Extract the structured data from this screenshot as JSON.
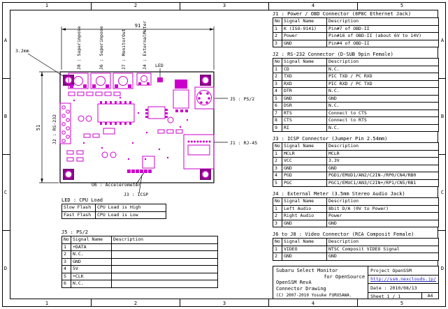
{
  "frame": {
    "cols": [
      "1",
      "2",
      "3",
      "4",
      "5"
    ],
    "rows": [
      "A",
      "B",
      "C",
      "D"
    ]
  },
  "pcb": {
    "dim_width": "91",
    "dim_height": "51",
    "hole_note": "3.2mm",
    "labels": {
      "j8": "J8 : Superimpose",
      "j6": "J6 : Superimpose",
      "j7": "J7 : MonitorOut",
      "j4": "J4 : ExternalMeter",
      "led": "LED",
      "j5": "J5 : PS/2",
      "j1": "J1 : RJ-45",
      "j2": "J2 : RS-232",
      "u6": "U6 : Accelerometer",
      "j3": "J3 : ICSP"
    }
  },
  "led_table": {
    "title": "LED : CPU Load",
    "rows": [
      [
        "Slow Flash",
        "CPU Load is High"
      ],
      [
        "Fast Flash",
        "CPU Load is Low"
      ]
    ]
  },
  "j5_table": {
    "title": "J5 : PS/2",
    "headers": [
      "No",
      "Signal Name",
      "Description"
    ],
    "rows": [
      [
        "1",
        "+DATA",
        ""
      ],
      [
        "2",
        "N.C.",
        ""
      ],
      [
        "3",
        "GND",
        ""
      ],
      [
        "4",
        "5V",
        ""
      ],
      [
        "5",
        "+CLK",
        ""
      ],
      [
        "6",
        "N.C.",
        ""
      ]
    ]
  },
  "connector_tables": [
    {
      "title": "J1 : Power / OBD Connector (8P8C Ethernet Jack)",
      "headers": [
        "No",
        "Signal Name",
        "Description"
      ],
      "rows": [
        [
          "1",
          "K (ISO-9141)",
          "Pin#7 of OBD-II"
        ],
        [
          "2",
          "Power",
          "Pin#16 of OBD-II (about 6V to 14V)"
        ],
        [
          "3",
          "GND",
          "Pin#4 of OBD-II"
        ]
      ]
    },
    {
      "title": "J2 : RS-232 Connector (D-SUB 9pin Female)",
      "headers": [
        "No",
        "Signal Name",
        "Description"
      ],
      "rows": [
        [
          "1",
          "CD",
          "N.C."
        ],
        [
          "2",
          "TXD",
          "PIC TXD / PC RXD"
        ],
        [
          "3",
          "RXD",
          "PIC RXD / PC TXD"
        ],
        [
          "4",
          "DTR",
          "N.C."
        ],
        [
          "5",
          "GND",
          "GND"
        ],
        [
          "6",
          "DSR",
          "N.C."
        ],
        [
          "7",
          "RTS",
          "Connect to CTS"
        ],
        [
          "8",
          "CTS",
          "Connect to RTS"
        ],
        [
          "9",
          "RI",
          "N.C."
        ]
      ]
    },
    {
      "title": "J3 : ICSP Connector (Jumper Pin 2.54mm)",
      "headers": [
        "No",
        "Signal Name",
        "Description"
      ],
      "rows": [
        [
          "1",
          "MCLR",
          "MCLR"
        ],
        [
          "2",
          "VCC",
          "3.3V"
        ],
        [
          "3",
          "GND",
          "GND"
        ],
        [
          "4",
          "PGD",
          "PGD1/EMUD1/AN2/C2IN-/RP0/CN4/RB0"
        ],
        [
          "5",
          "PGC",
          "PGC1/EMUC1/AN3/C2IN+/RP1/CN5/RB1"
        ]
      ]
    },
    {
      "title": "J4 : External Meter (3.5mm Stereo Audio Jack)",
      "headers": [
        "No",
        "Signal Name",
        "Description"
      ],
      "rows": [
        [
          "1",
          "Left Audio",
          "8bit D/A (0V to Power)"
        ],
        [
          "2",
          "Right Audio",
          "Power"
        ],
        [
          "3",
          "GND",
          "GND"
        ]
      ]
    },
    {
      "title": "J6 to J8 : Video Connector (RCA Composit Female)",
      "headers": [
        "No",
        "Signal Name",
        "Description"
      ],
      "rows": [
        [
          "1",
          "VIDEO",
          "NTSC Composit VIDEO Signal"
        ],
        [
          "2",
          "GND",
          "GND"
        ]
      ]
    }
  ],
  "title_block": {
    "product_line1": "Subaru Select Monitor",
    "product_line2": "for OpenSource",
    "doc_line1": "OpenSSM RevA",
    "doc_line2": "Connector Drawing",
    "copyright": "(C) 2007-2010 Yosuke FURUSAWA.",
    "project": "Project OpenSSM",
    "url": "http://ssm.nexclouds.jp/",
    "date": "Date : 2010/08/13",
    "sheet": "Sheet 1 / 1",
    "paper": "A4"
  },
  "colors": {
    "footprint": "#cc00cc",
    "pad": "#7d0d7d",
    "url_link": "#2222bb"
  }
}
